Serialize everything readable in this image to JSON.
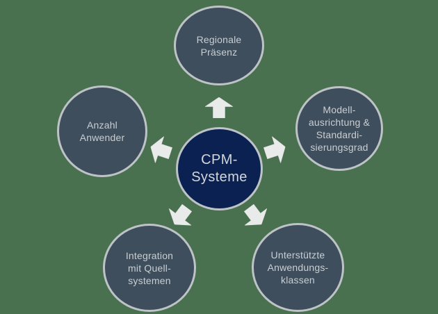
{
  "diagram": {
    "title": "CPM-Systeme Kriterien-Diagramm",
    "type": "diverging-radial",
    "nodes": {
      "center": {
        "lines": [
          "CPM-",
          "Systeme"
        ]
      },
      "top": {
        "lines": [
          "Regionale",
          "Präsenz"
        ]
      },
      "right": {
        "lines": [
          "Modell-",
          "ausrichtung &",
          "Standardi-",
          "sierungsgrad"
        ]
      },
      "left": {
        "lines": [
          "Anzahl",
          "Anwender"
        ]
      },
      "bottom_left": {
        "lines": [
          "Integration",
          "mit Quell-",
          "systemen"
        ]
      },
      "bottom_right": {
        "lines": [
          "Unterstützte",
          "Anwendungs-",
          "klassen"
        ]
      }
    },
    "arrows": [
      {
        "name": "arrow-up-icon",
        "direction": "up",
        "from": "center",
        "to": "top"
      },
      {
        "name": "arrow-upper-left-icon",
        "direction": "upper-left",
        "from": "center",
        "to": "left"
      },
      {
        "name": "arrow-upper-right-icon",
        "direction": "upper-right",
        "from": "center",
        "to": "right"
      },
      {
        "name": "arrow-lower-left-icon",
        "direction": "lower-left",
        "from": "center",
        "to": "bottom_left"
      },
      {
        "name": "arrow-lower-right-icon",
        "direction": "lower-right",
        "from": "center",
        "to": "bottom_right"
      }
    ],
    "colors": {
      "background": "#4a714f",
      "node_fill": "#3e4e5c",
      "node_border": "#bdc3c6",
      "center_fill": "#0b2151",
      "label_text": "#c9ced3",
      "center_text": "#d3d7db",
      "arrow_fill": "#e9eaea",
      "arrow_edge": "#dcdedd"
    }
  }
}
